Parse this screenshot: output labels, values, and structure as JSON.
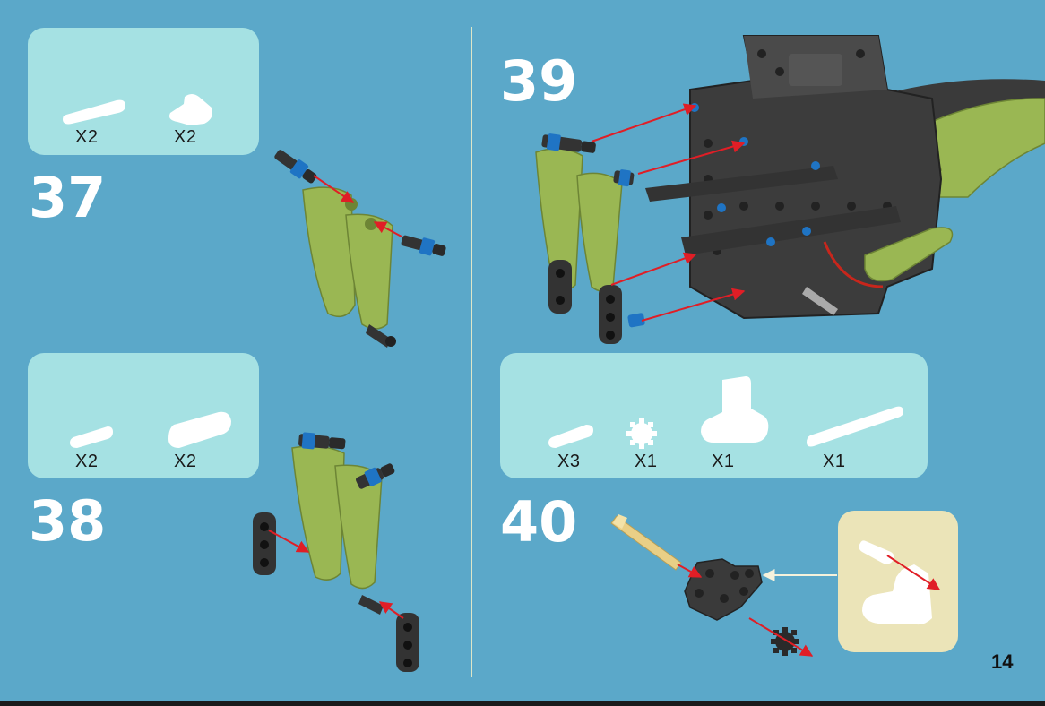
{
  "page": {
    "number": "14"
  },
  "steps": [
    {
      "number": "37",
      "parts": [
        "X2",
        "X2"
      ]
    },
    {
      "number": "38",
      "parts": [
        "X2",
        "X2"
      ]
    },
    {
      "number": "39",
      "parts": []
    },
    {
      "number": "40",
      "parts": [
        "X3",
        "X1",
        "X1",
        "X1"
      ]
    }
  ],
  "colors": {
    "background": "#5ba8c9",
    "parts_box": "#a5e1e3",
    "subassembly_box": "#ebe4b8",
    "lime": "#9ab753",
    "dark_grey": "#3c3c3c",
    "blue_pin": "#1f74c4",
    "arrow_red": "#e01e26",
    "tan_axle": "#e9cf86"
  },
  "icons": [
    "pin-icon",
    "axle-pin-icon",
    "bush-icon",
    "connector-icon",
    "gear-icon",
    "axle-icon",
    "arrow-icon"
  ]
}
